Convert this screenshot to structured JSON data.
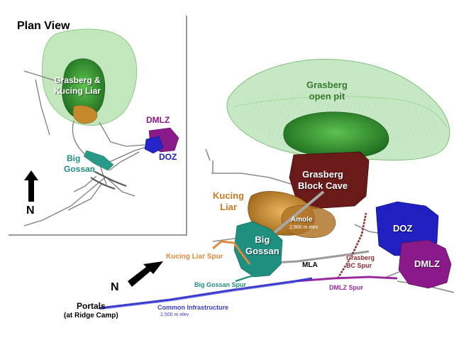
{
  "inset": {
    "title": "Plan View",
    "north": "N",
    "labels": {
      "grasberg_kucing": [
        "Grasberg &",
        "Kucing Liar"
      ],
      "dmlz": "DMLZ",
      "doz": "DOZ",
      "big_gossan": [
        "Big",
        "Gossan"
      ]
    }
  },
  "main": {
    "north": "N",
    "labels": {
      "grasberg_open_pit": [
        "Grasberg",
        "open pit"
      ],
      "grasberg_block_cave": [
        "Grasberg",
        "Block Cave"
      ],
      "kucing_liar": [
        "Kucing",
        "Liar"
      ],
      "amole": "Amole",
      "amole_elev": "2,900 m elev",
      "big_gossan": [
        "Big",
        "Gossan"
      ],
      "doz": "DOZ",
      "dmlz": "DMLZ",
      "kucing_liar_spur": "Kucing Liar Spur",
      "mla": "MLA",
      "grasberg_bc_spur": [
        "Grasberg",
        "BC Spur"
      ],
      "big_gossan_spur": "Big Gossan Spur",
      "dmlz_spur": "DMLZ Spur",
      "portals": [
        "Portals",
        "(at Ridge Camp)"
      ],
      "common_infrastructure": "Common Infrastructure",
      "common_elev": "2,500 m elev"
    }
  },
  "colors": {
    "pit_green": "#b4e0b0",
    "ore_green": "#2f8f2f",
    "block_cave": "#6b1a1a",
    "kucing_orange": "#d8962e",
    "big_gossan_teal": "#1f8f80",
    "doz_blue": "#2020c0",
    "dmlz_purple": "#8a1a8a",
    "common_infra_blue": "#3b3bd0",
    "dmlz_spur_purple": "#9a2aa0",
    "bc_spur_red": "#8b2a2a",
    "kl_spur_orange": "#e08a3a"
  }
}
